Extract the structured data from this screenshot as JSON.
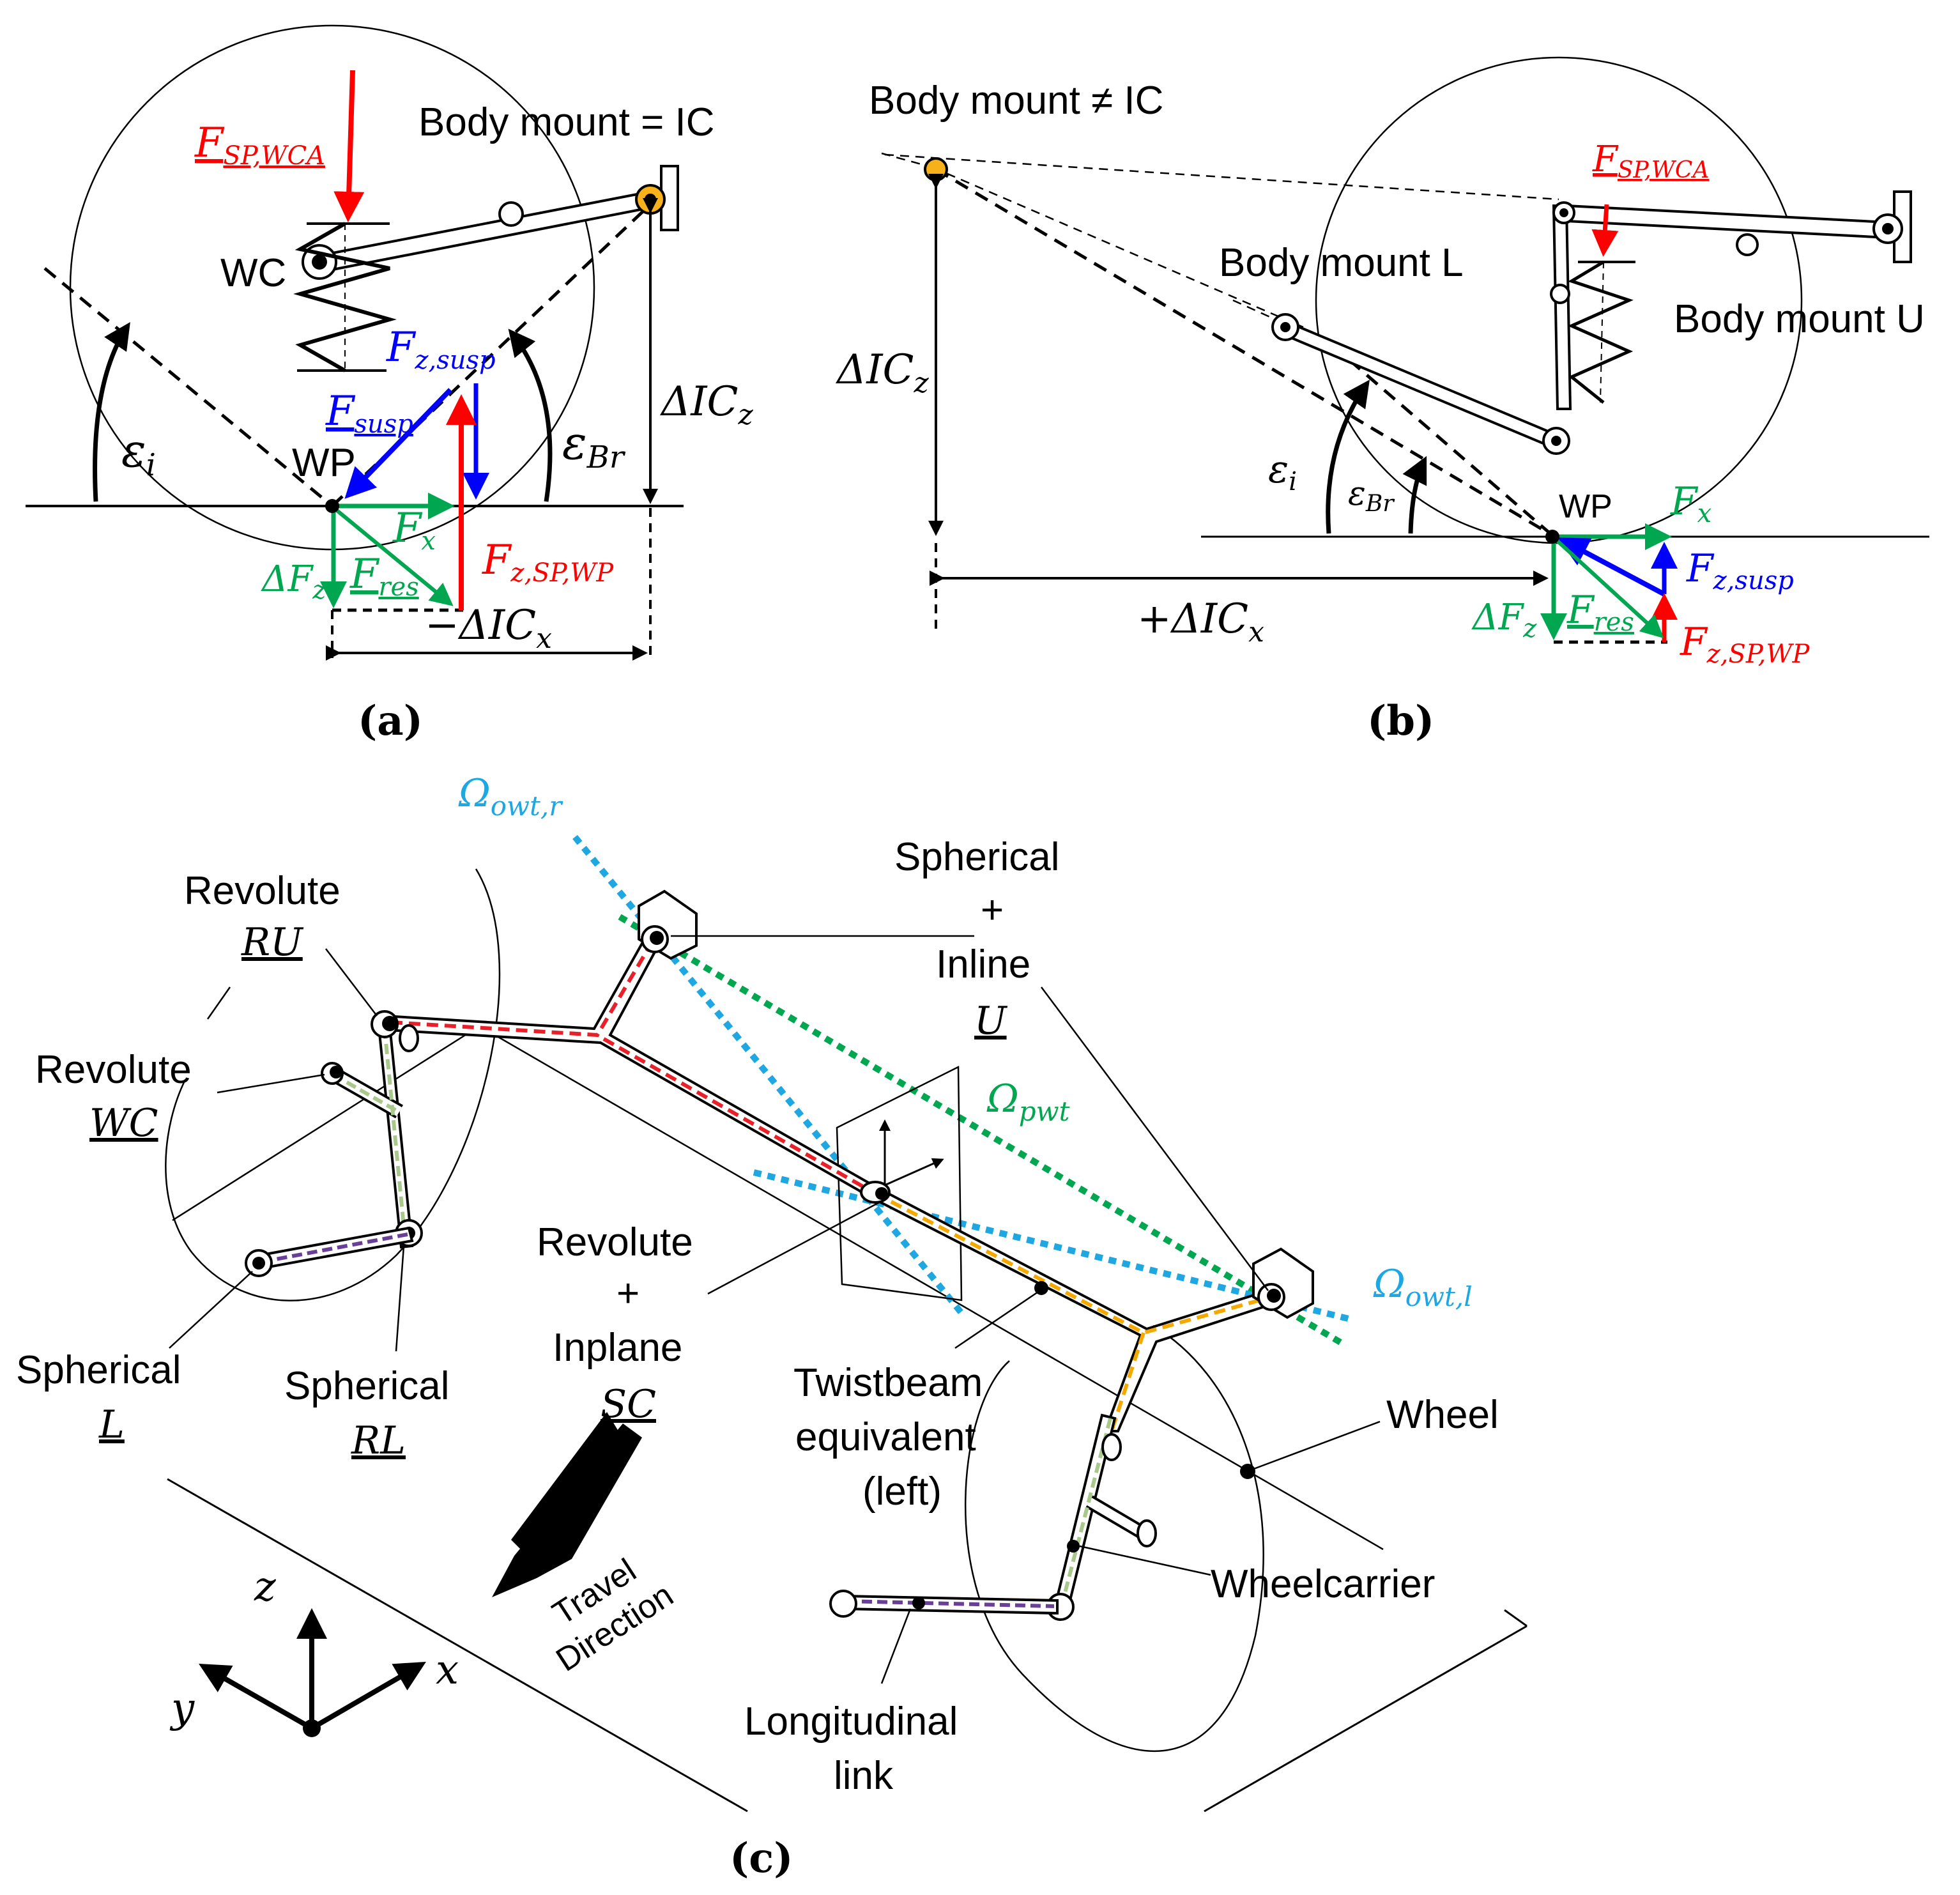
{
  "panel_a": {
    "caption": "(a)",
    "label_body_mount": "Body mount = IC",
    "label_wc": "WC",
    "label_wp": "WP",
    "f_sp_wca": "F",
    "f_sp_wca_sub": "SP,WCA",
    "f_z_susp": "F",
    "f_z_susp_sub": "z,susp",
    "f_susp": "F",
    "f_susp_sub": "susp",
    "f_x": "F",
    "f_x_sub": "x",
    "f_res": "F",
    "f_res_sub": "res",
    "delta_f_z": "ΔF",
    "delta_f_z_sub": "z",
    "f_z_sp_wp": "F",
    "f_z_sp_wp_sub": "z,SP,WP",
    "eps_i": "ε",
    "eps_i_sub": "i",
    "eps_br": "ε",
    "eps_br_sub": "Br",
    "delta_ic_z": "ΔIC",
    "delta_ic_z_sub": "z",
    "delta_ic_x": "−ΔIC",
    "delta_ic_x_sub": "x"
  },
  "panel_b": {
    "caption": "(b)",
    "label_body_mount": "Body mount ≠ IC",
    "label_body_mount_l": "Body mount L",
    "label_body_mount_u": "Body mount U",
    "label_wp": "WP",
    "f_sp_wca": "F",
    "f_sp_wca_sub": "SP,WCA",
    "f_x": "F",
    "f_x_sub": "x",
    "f_z_susp": "F",
    "f_z_susp_sub": "z,susp",
    "f_res": "F",
    "f_res_sub": "res",
    "delta_f_z": "ΔF",
    "delta_f_z_sub": "z",
    "f_z_sp_wp": "F",
    "f_z_sp_wp_sub": "z,SP,WP",
    "eps_i": "ε",
    "eps_i_sub": "i",
    "eps_br": "ε",
    "eps_br_sub": "Br",
    "delta_ic_z": "ΔIC",
    "delta_ic_z_sub": "z",
    "delta_ic_x": "+ΔIC",
    "delta_ic_x_sub": "x"
  },
  "panel_c": {
    "caption": "(c)",
    "omega_owt_r": "Ω",
    "omega_owt_r_sub": "owt,r",
    "omega_pwt": "Ω",
    "omega_pwt_sub": "pwt",
    "omega_owt_l": "Ω",
    "omega_owt_l_sub": "owt,l",
    "revolute_ru_1": "Revolute",
    "revolute_ru_2": "RU",
    "revolute_wc_1": "Revolute",
    "revolute_wc_2": "WC",
    "spherical_inline_1": "Spherical",
    "spherical_inline_2": "+",
    "spherical_inline_3": "Inline",
    "spherical_inline_4": "U",
    "revolute_inplane_1": "Revolute",
    "revolute_inplane_2": "+",
    "revolute_inplane_3": "Inplane",
    "revolute_inplane_4": "SC",
    "spherical_l_1": "Spherical",
    "spherical_l_2": "L",
    "spherical_rl_1": "Spherical",
    "spherical_rl_2": "RL",
    "twistbeam_1": "Twistbeam",
    "twistbeam_2": "equivalent",
    "twistbeam_3": "(left)",
    "wheel": "Wheel",
    "wheelcarrier": "Wheelcarrier",
    "longitudinal_1": "Longitudinal",
    "longitudinal_2": "link",
    "travel_1": "Travel",
    "travel_2": "Direction",
    "axis_x": "x",
    "axis_y": "y",
    "axis_z": "z"
  },
  "colors": {
    "force_red": "#ff0000",
    "force_blue": "#0000ff",
    "force_green": "#00a650",
    "omega_cyan": "#1ea7e1",
    "pivot_orange": "#f7b21b",
    "beam_orange": "#f5a800",
    "beam_red": "#e8202a",
    "carrier_green": "#a9c98c",
    "link_purple": "#6a3f98"
  }
}
